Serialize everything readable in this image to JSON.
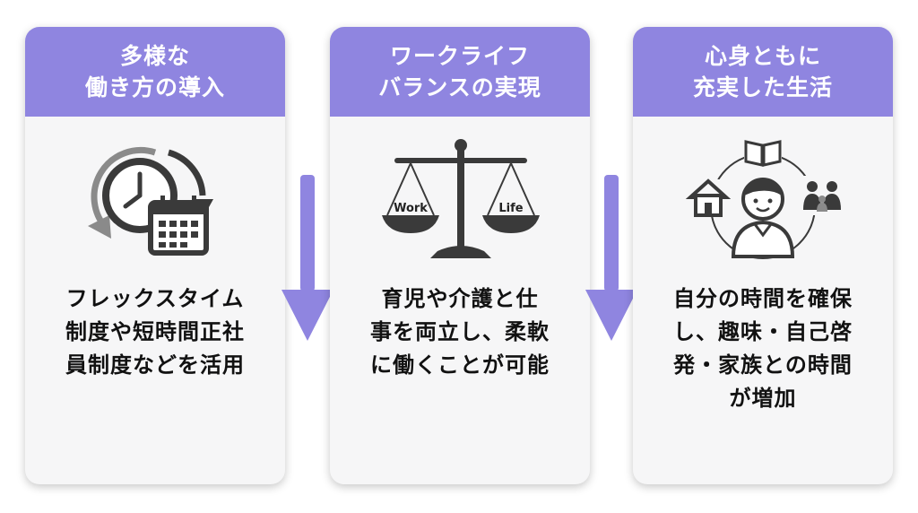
{
  "colors": {
    "header": "#8f85e0",
    "arrow": "#8f85e0",
    "card_bg": "#f6f6f7",
    "icon_dark": "#3a3a3a",
    "icon_mid": "#8a8a8a"
  },
  "steps": [
    {
      "title_lines": [
        "多様な",
        "働き方の導入"
      ],
      "icon": "clock-calendar-icon",
      "body_lines": [
        "フレックスタイム",
        "制度や短時間正社",
        "員制度などを活用"
      ]
    },
    {
      "title_lines": [
        "ワークライフ",
        "バランスの実現"
      ],
      "icon": "balance-scale-icon",
      "scale_labels": {
        "left": "Work",
        "right": "Life"
      },
      "body_lines": [
        "育児や介護と仕",
        "事を両立し、柔軟",
        "に働くことが可能"
      ]
    },
    {
      "title_lines": [
        "心身ともに",
        "充実した生活"
      ],
      "icon": "person-lifestyle-icon",
      "body_lines": [
        "自分の時間を確保",
        "し、趣味・自己啓",
        "発・家族との時間",
        "が増加"
      ]
    }
  ],
  "arrows": [
    {
      "icon": "arrow-down-icon"
    },
    {
      "icon": "arrow-down-icon"
    }
  ]
}
